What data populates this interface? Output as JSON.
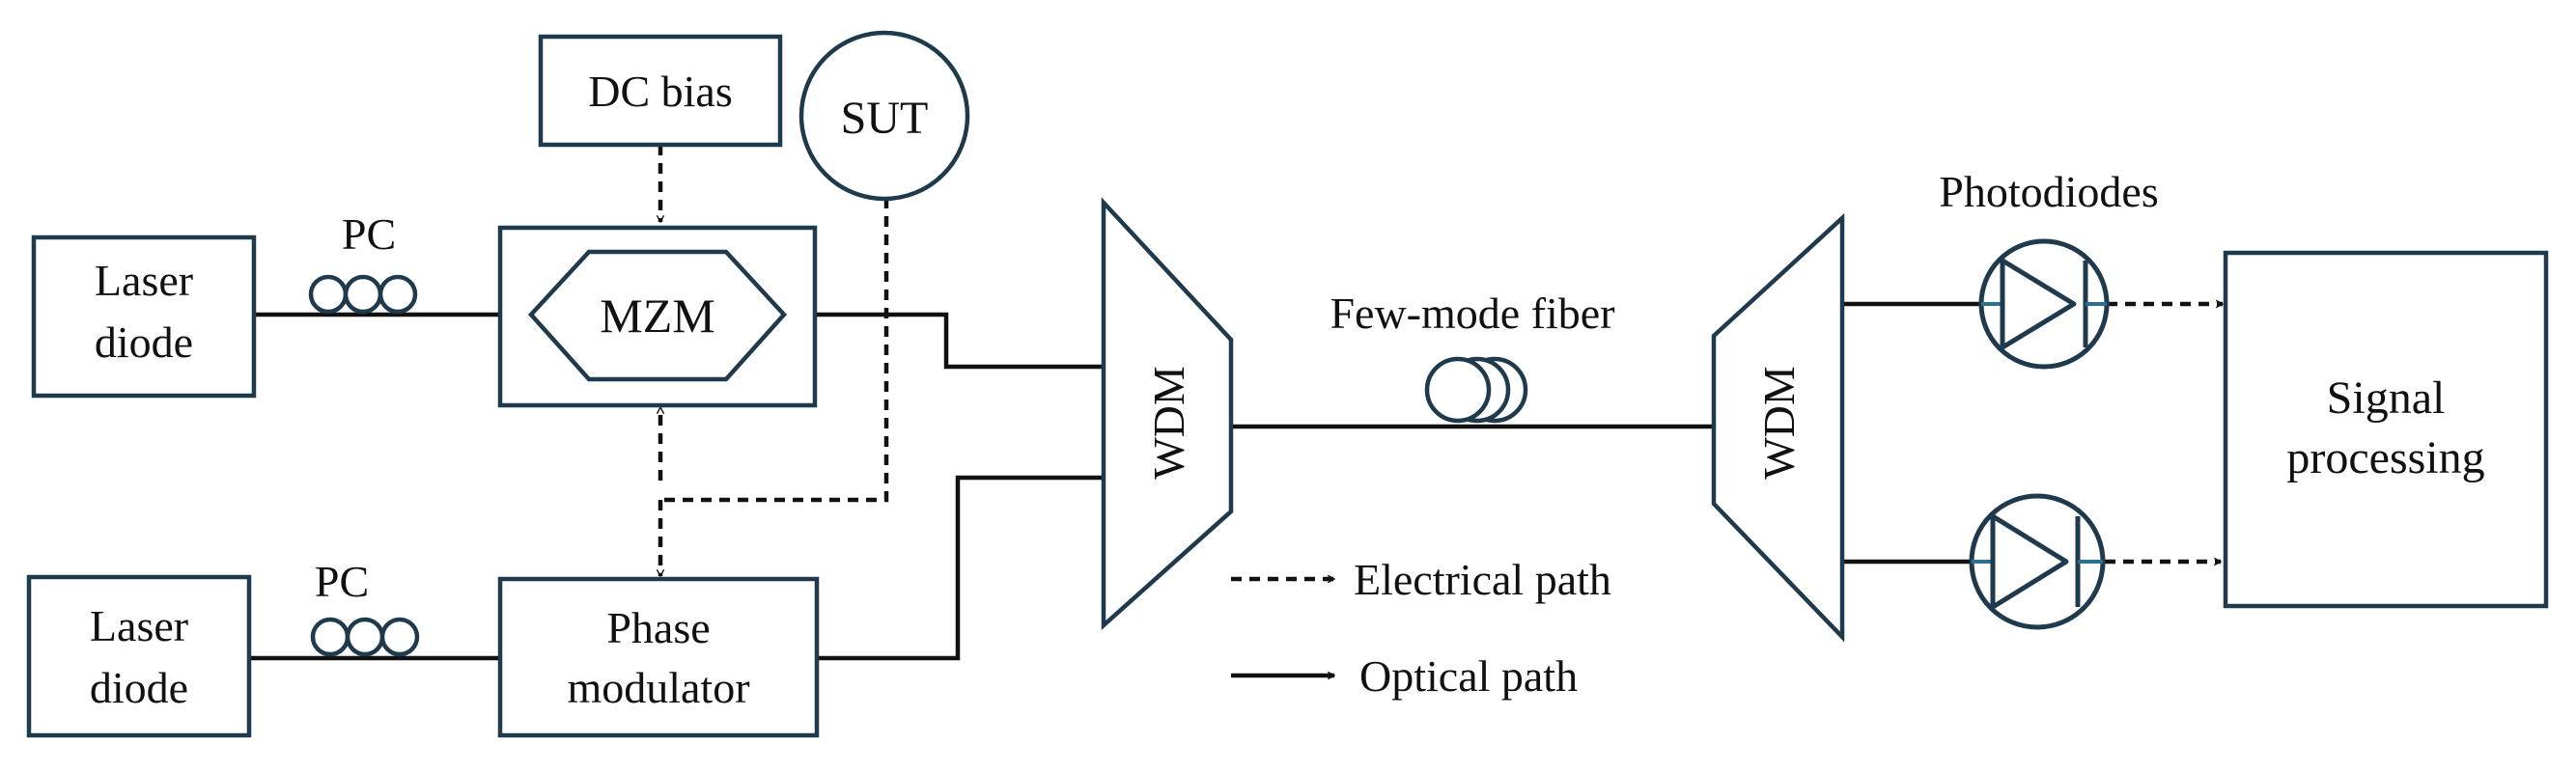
{
  "blocks": {
    "laser_top": [
      "Laser",
      "diode"
    ],
    "laser_bottom": [
      "Laser",
      "diode"
    ],
    "dc_bias": "DC bias",
    "sut": "SUT",
    "mzm": "MZM",
    "phase_modulator": [
      "Phase",
      "modulator"
    ],
    "wdm_left": "WDM",
    "wdm_right": "WDM",
    "signal_processing": [
      "Signal",
      "processing"
    ]
  },
  "labels": {
    "pc_top": "PC",
    "pc_bottom": "PC",
    "fiber": "Few-mode fiber",
    "photodiodes": "Photodiodes"
  },
  "legend": {
    "electrical": "Electrical path",
    "optical": "Optical path"
  },
  "colors": {
    "box_stroke": "#1f3a4d",
    "line": "#111111",
    "photodiode_lead": "#2e6f8f"
  }
}
